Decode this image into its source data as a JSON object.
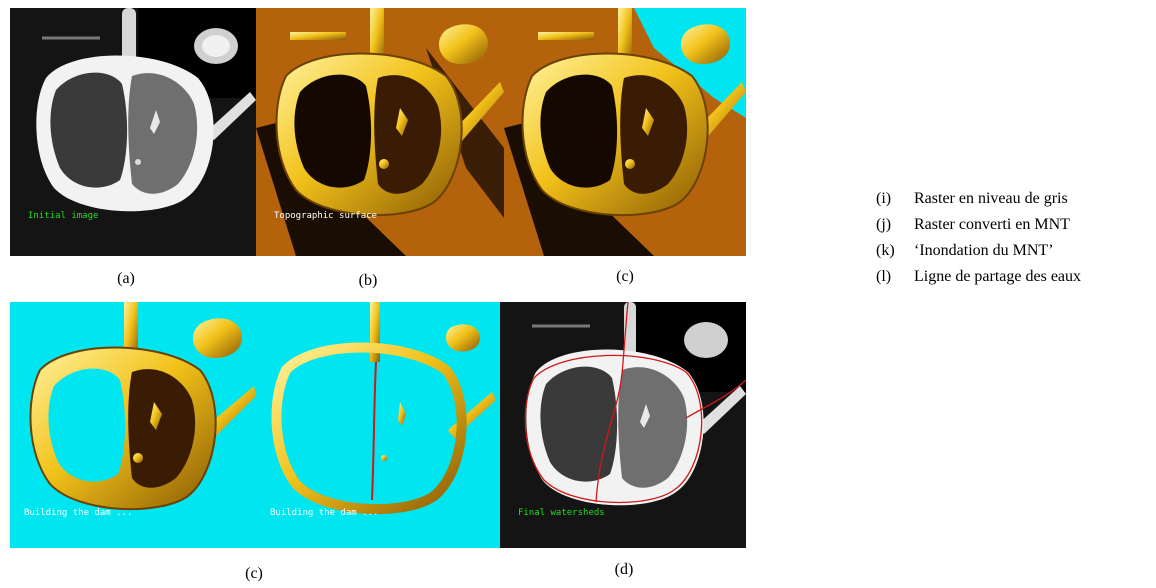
{
  "panels": {
    "initial": {
      "overlay_text": "Initial image",
      "overlay_color": "#22dd22"
    },
    "topographic": {
      "overlay_text": "Topographic surface",
      "overlay_color": "#ffffff"
    },
    "flooding": {
      "overlay_text": "",
      "overlay_color": "#ffffff"
    },
    "dam1": {
      "overlay_text": "Building the dam ...",
      "overlay_color": "#ffffff"
    },
    "dam2": {
      "overlay_text": "Building the dam ...",
      "overlay_color": "#ffffff"
    },
    "final": {
      "overlay_text": "Final watersheds",
      "overlay_color": "#22dd22"
    }
  },
  "captions": {
    "a": "(a)",
    "b": "(b)",
    "c_top": "(c)",
    "c_bottom": "(c)",
    "d": "(d)"
  },
  "legend": [
    {
      "key": "(i)",
      "text": "Raster en niveau de gris"
    },
    {
      "key": "(j)",
      "text": "Raster converti en MNT"
    },
    {
      "key": "(k)",
      "text": "‘Inondation du MNT’"
    },
    {
      "key": "(l)",
      "text": "Ligne de partage des eaux"
    }
  ],
  "colors": {
    "terrain_orange": "#b5620d",
    "water_cyan": "#00e6f0",
    "gold": "#f2c21a",
    "watershed_line": "#d01818"
  }
}
